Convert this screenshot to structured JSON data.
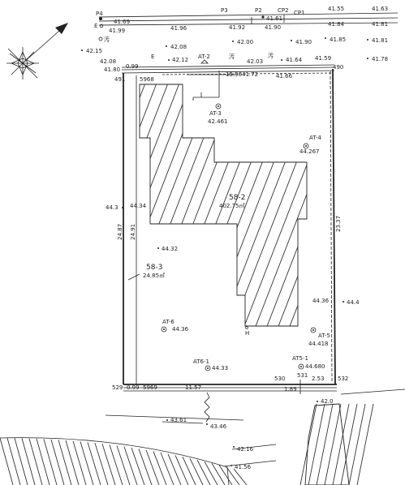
{
  "survey": {
    "labels": {
      "p4": "P4",
      "p3": "P3",
      "p2": "P2",
      "cp2": "CP2",
      "cp1": "CP1",
      "e_marker": "E",
      "e_mid": "E",
      "manhole": "汚",
      "manhole_left": "汚",
      "manhole_top": "汚"
    },
    "elevations": {
      "r1_a": "41.69",
      "r1_b": "41.61",
      "r1_c": "41.55",
      "r1_d": "41.63",
      "r2_a": "41.99",
      "r2_b": "41.96",
      "r2_c": "41.92",
      "r2_d": "41.90",
      "r2_e": "41.84",
      "r2_f": "41.81",
      "r3_a": "42.08",
      "r3_b": "42.00",
      "r3_c": "41.90",
      "r3_d": "41.85",
      "r3_e": "41.81",
      "r4_a": "42.15",
      "r5_a": "42.08",
      "r5_b": "0.99",
      "r5_c": "42.12",
      "r5_d": "42.03",
      "r5_e": "41.64",
      "r5_f": "41.59",
      "r5_g": "41.78",
      "r6_a": "41.80",
      "r6_b": "41.72",
      "r6_c": "41.66",
      "r6_d": "15.96",
      "left_a": "44.3",
      "left_b": "44.34",
      "mid_a": "44.32",
      "right_a": "44.36",
      "right_b": "44.4",
      "bot_a": "42.0",
      "bot_b": "43.61",
      "bot_c": "43.46",
      "bot_d": "42.16",
      "bot_e": "41.56"
    },
    "points": {
      "n490": "490",
      "n491": "491",
      "n5968": "5968",
      "n529": "529",
      "n5969": "5969",
      "n530": "530",
      "n531": "531",
      "n532": "532",
      "h_mark": "H"
    },
    "dims": {
      "left_1": "24.87",
      "left_2": "24.91",
      "right_1": "23.37",
      "bottom_1": "0.99",
      "bottom_2": "11.57",
      "bottom_3": "1.89",
      "bottom_4": "2.53"
    },
    "benchmarks": {
      "at2": "AT-2",
      "at3": "AT-3",
      "at3_v": "42.461",
      "at4": "AT-4",
      "at4_v": "44.267",
      "at5": "AT-5",
      "at5_v": "44.418",
      "at6": "AT-6",
      "at6_v": "44.36",
      "at61": "AT6-1",
      "at61_v": "44.33",
      "at51": "AT5-1",
      "at51_v": "44.680"
    },
    "parcels": {
      "main_id": "58-2",
      "main_area": "402.75㎡",
      "sub_id": "58-3",
      "sub_area": "24.85㎡"
    }
  }
}
